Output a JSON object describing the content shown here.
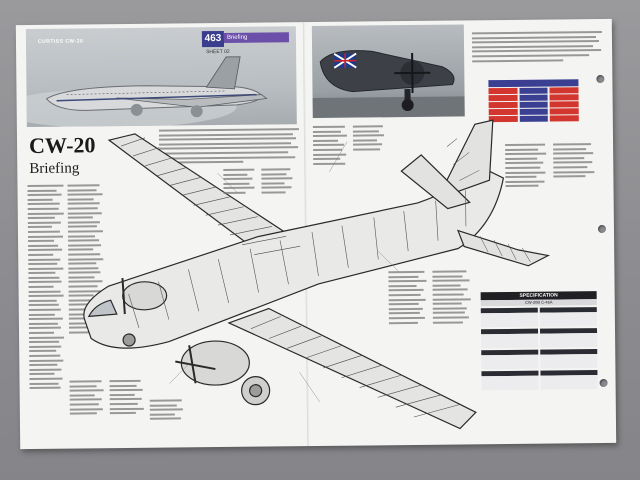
{
  "sheet": {
    "photo_caption": "CURTISS CW-20",
    "badge_number": "463",
    "badge_label": "Briefing",
    "sheet_label": "SHEET 02",
    "title": "CW-20",
    "subtitle": "Briefing",
    "spec_heading": "SPECIFICATION",
    "spec_subheading": "CW-20B C-46A"
  },
  "colors": {
    "paper": "#f4f4f2",
    "badge_blue": "#3a3c8e",
    "accent_red": "#d3362e",
    "background": "#8f8f92"
  }
}
